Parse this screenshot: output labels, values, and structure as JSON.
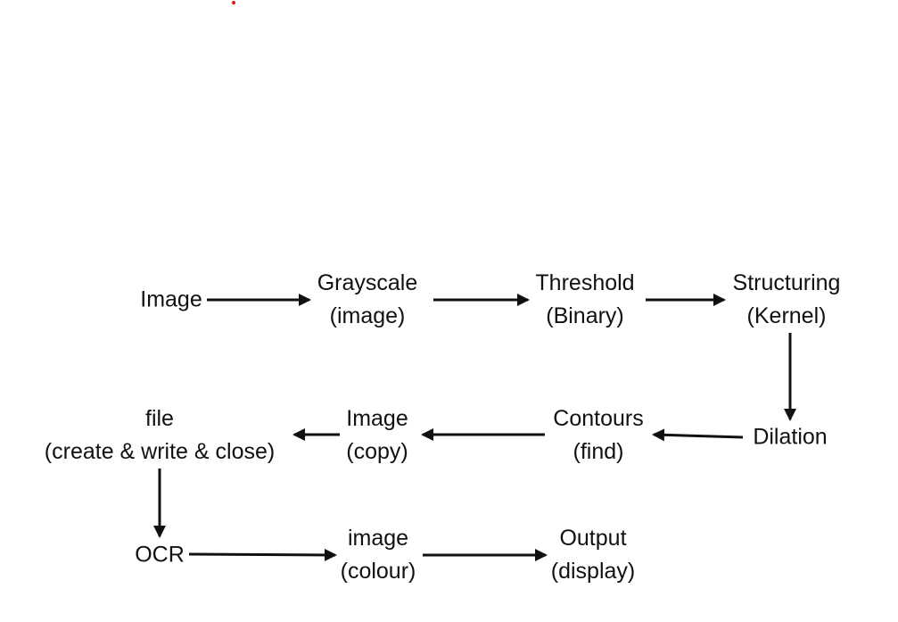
{
  "colors": {
    "text": "#111111",
    "arrow": "#111111",
    "red_dot": "#e01b1b"
  },
  "nodes": {
    "image": {
      "lines": [
        "Image"
      ]
    },
    "grayscale": {
      "lines": [
        "Grayscale",
        "(image)"
      ]
    },
    "threshold": {
      "lines": [
        "Threshold",
        "(Binary)"
      ]
    },
    "structuring": {
      "lines": [
        "Structuring",
        "(Kernel)"
      ]
    },
    "dilation": {
      "lines": [
        "Dilation"
      ]
    },
    "contours": {
      "lines": [
        "Contours",
        "(find)"
      ]
    },
    "image_copy": {
      "lines": [
        "Image",
        "(copy)"
      ]
    },
    "file": {
      "lines": [
        "file",
        "(create & write & close)"
      ]
    },
    "ocr": {
      "lines": [
        "OCR"
      ]
    },
    "image_colour": {
      "lines": [
        "image",
        "(colour)"
      ]
    },
    "output": {
      "lines": [
        "Output",
        "(display)"
      ]
    }
  },
  "edges": [
    {
      "from": "image",
      "to": "grayscale"
    },
    {
      "from": "grayscale",
      "to": "threshold"
    },
    {
      "from": "threshold",
      "to": "structuring"
    },
    {
      "from": "structuring",
      "to": "dilation"
    },
    {
      "from": "dilation",
      "to": "contours"
    },
    {
      "from": "contours",
      "to": "image_copy"
    },
    {
      "from": "image_copy",
      "to": "file"
    },
    {
      "from": "file",
      "to": "ocr"
    },
    {
      "from": "ocr",
      "to": "image_colour"
    },
    {
      "from": "image_colour",
      "to": "output"
    }
  ]
}
